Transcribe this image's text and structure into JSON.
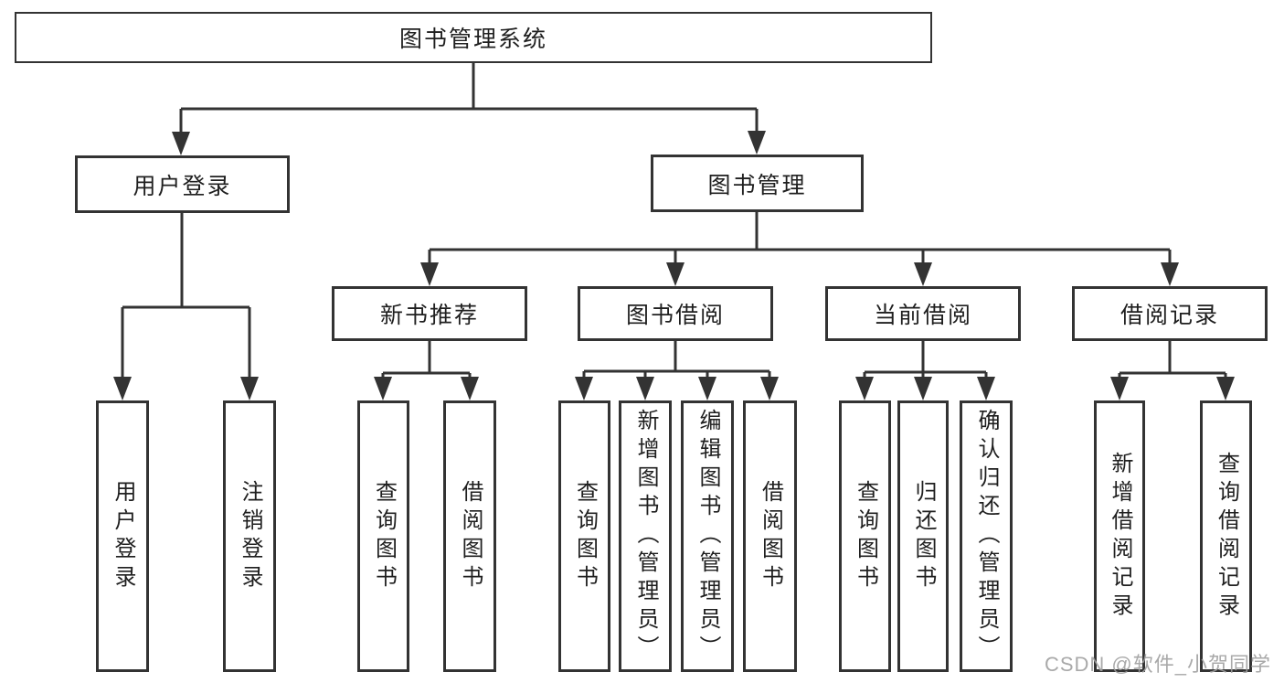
{
  "diagram": {
    "root": {
      "label": "图书管理系统"
    },
    "level2": [
      {
        "label": "用户登录"
      },
      {
        "label": "图书管理"
      }
    ],
    "level3": [
      {
        "label": "新书推荐"
      },
      {
        "label": "图书借阅"
      },
      {
        "label": "当前借阅"
      },
      {
        "label": "借阅记录"
      }
    ],
    "leaves_user_login": [
      {
        "label": "用户登录"
      },
      {
        "label": "注销登录"
      }
    ],
    "leaves_new_rec": [
      {
        "label": "查询图书"
      },
      {
        "label": "借阅图书"
      }
    ],
    "leaves_borrow": [
      {
        "label": "查询图书"
      },
      {
        "label": "新增图书（管理员）"
      },
      {
        "label": "编辑图书（管理员）"
      },
      {
        "label": "借阅图书"
      }
    ],
    "leaves_current": [
      {
        "label": "查询图书"
      },
      {
        "label": "归还图书"
      },
      {
        "label": "确认归还（管理员）"
      }
    ],
    "leaves_records": [
      {
        "label": "新增借阅记录"
      },
      {
        "label": "查询借阅记录"
      }
    ]
  },
  "watermark": {
    "text": "CSDN @软件_小贺同学"
  },
  "colors": {
    "line": "#333333",
    "box_border": "#333333",
    "box_fill": "#ffffff",
    "text": "#1f1f1f",
    "watermark": "#a0a0a0",
    "background": "#ffffff"
  }
}
